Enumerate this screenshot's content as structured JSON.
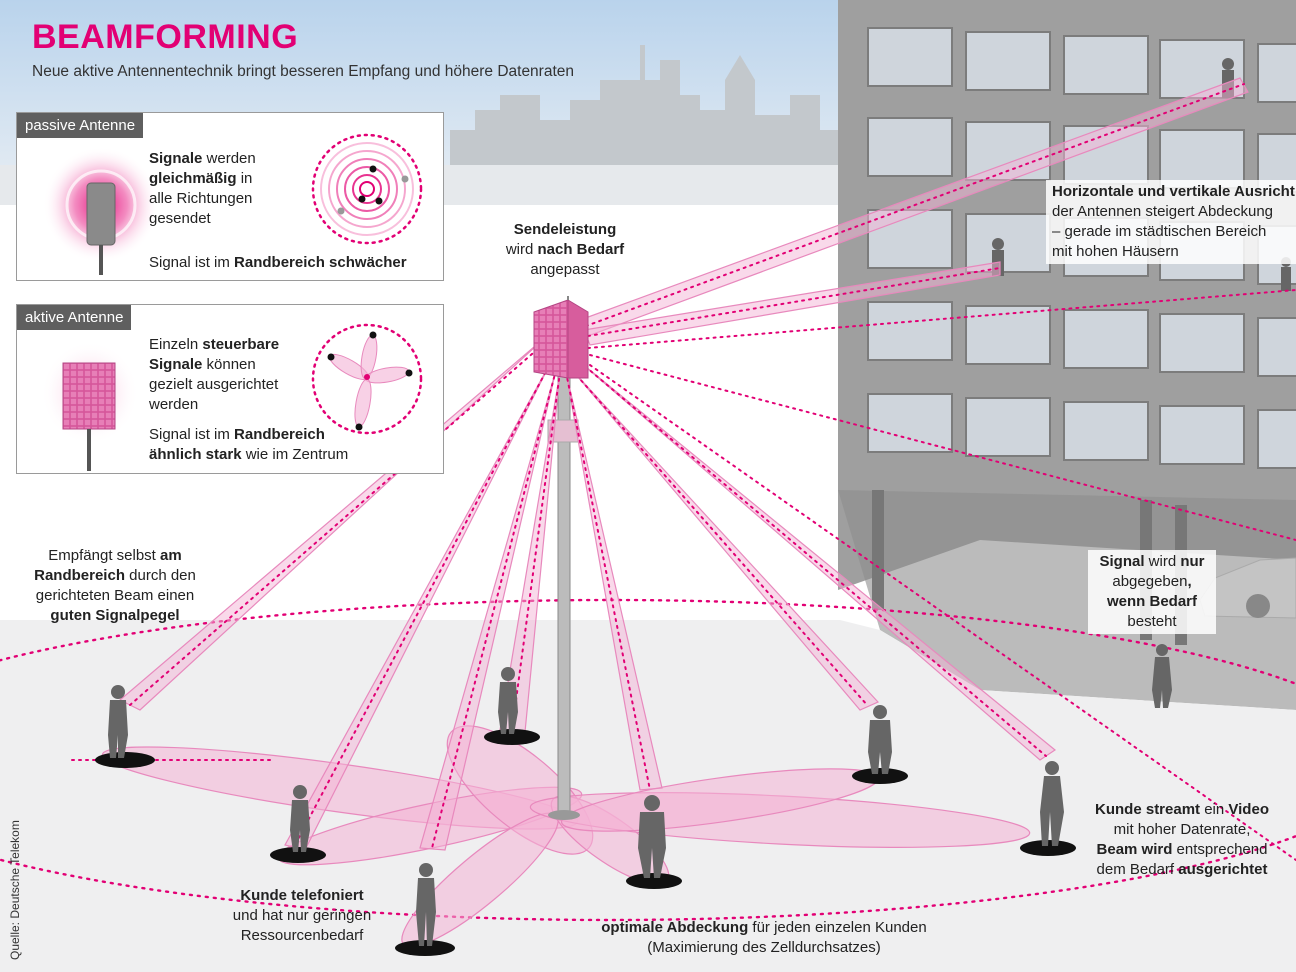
{
  "title": "BEAMFORMING",
  "subtitle": "Neue aktive Antennentechnik bringt besseren Empfang und höhere Datenraten",
  "passive": {
    "tag": "passive Antenne",
    "text1_a": "Signale",
    "text1_b": " werden",
    "text1_c": "gleichmäßig",
    "text1_d": " in",
    "text1_e": "alle Richtungen",
    "text1_f": "gesendet",
    "text2_a": "Signal ist im ",
    "text2_b": "Randbereich schwächer"
  },
  "active": {
    "tag": "aktive Antenne",
    "line1_a": "Einzeln ",
    "line1_b": "steuerbare",
    "line2_a": "Signale",
    "line2_b": " können",
    "line3": "gezielt ausgerichtet",
    "line4": "werden",
    "text2_a": "Signal ist im ",
    "text2_b": "Randbereich",
    "text2_c": "ähnlich stark",
    "text2_d": " wie im Zentrum"
  },
  "sendeleistung": {
    "l1": "Sendeleistung",
    "l2_a": "wird ",
    "l2_b": "nach Bedarf",
    "l3": "angepasst"
  },
  "horizontal": {
    "l1": "Horizontale und vertikale Ausricht",
    "l2": "der Antennen steigert Abdeckung",
    "l3": "– gerade im städtischen Bereich",
    "l4": "mit hohen Häusern"
  },
  "empfaengt": {
    "l1_a": "Empfängt selbst ",
    "l1_b": "am",
    "l2_a": "Randbereich",
    "l2_b": " durch den",
    "l3": "gerichteten Beam einen",
    "l4": "guten Signalpegel"
  },
  "signal_nur": {
    "l1_a": "Signal",
    "l1_b": " wird ",
    "l1_c": "nur",
    "l2_a": "abgegeben",
    "l2_b": ",",
    "l3": "wenn Bedarf",
    "l4": "besteht"
  },
  "kunde_streamt": {
    "l1_a": "Kunde streamt",
    "l1_b": " ein ",
    "l1_c": "Video",
    "l2": "mit hoher Datenrate,",
    "l3_a": "Beam wird",
    "l3_b": " entsprechend",
    "l4_a": "dem Bedarf ",
    "l4_b": "ausgerichtet"
  },
  "kunde_telefoniert": {
    "l1": "Kunde telefoniert",
    "l2": "und hat nur geringen",
    "l3": "Ressourcenbedarf"
  },
  "optimale": {
    "l1_a": "optimale Abdeckung",
    "l1_b": " für jeden einzelen Kunden",
    "l2": "(Maximierung des Zelldurchsatzes)"
  },
  "source": "Quelle: Deutsche Telekom",
  "colors": {
    "magenta": "#e20074",
    "beam_fill": "#f6b9d9",
    "building": "#a3a3a3",
    "window": "#c9d0d8",
    "sky": "#c8dcef"
  }
}
